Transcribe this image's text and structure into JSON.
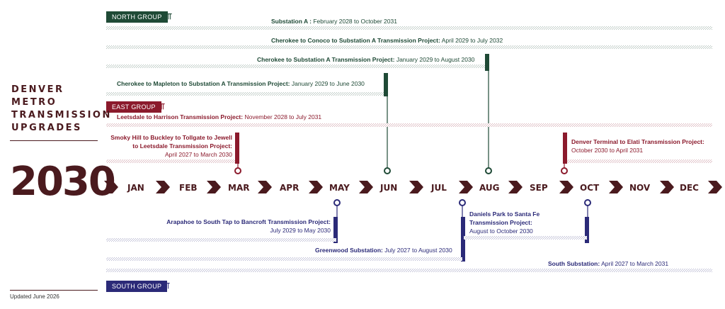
{
  "title": "DENVER METRO TRANSMISSION UPGRADES",
  "year": "2030",
  "updated": "Updated June 2026",
  "colors": {
    "north": "#1f4a36",
    "east": "#8b1a2c",
    "south": "#2b2a78",
    "timeline": "#4a1a1e"
  },
  "groups": {
    "north": {
      "label": "NORTH GROUP",
      "icon": "transmission-tower-icon"
    },
    "east": {
      "label": "EAST GROUP",
      "icon": "transmission-tower-icon"
    },
    "south": {
      "label": "SOUTH GROUP",
      "icon": "transmission-tower-icon"
    }
  },
  "months": [
    "JAN",
    "FEB",
    "MAR",
    "APR",
    "MAY",
    "JUN",
    "JUL",
    "AUG",
    "SEP",
    "OCT",
    "NOV",
    "DEC"
  ],
  "projects": {
    "p1": {
      "name": "Substation A :",
      "dates": "February 2028 to October 2031"
    },
    "p2": {
      "name": "Cherokee to Conoco to Substation A Transmission Project:",
      "dates": "April 2029 to July 2032"
    },
    "p3": {
      "name": "Cherokee to Substation A Transmission Project:",
      "dates": "January 2029 to August 2030"
    },
    "p4": {
      "name": "Cherokee to Mapleton to Substation A Transmission Project:",
      "dates": "January 2029 to June 2030"
    },
    "p5": {
      "name": "Leetsdale to Harrison Transmission Project:",
      "dates": "November 2028 to July 2031"
    },
    "p6": {
      "name": "Smoky Hill to Buckley to Tollgate to Jewell to Leetsdale Transmission Project:",
      "dates": "April 2027 to March 2030"
    },
    "p7": {
      "name": "Denver Terminal to Elati Transmission Project:",
      "dates": "October 2030 to April 2031"
    },
    "p8": {
      "name": "Arapahoe to South Tap to Bancroft Transmission Project:",
      "dates": "July 2029 to May 2030"
    },
    "p9": {
      "name": "Daniels Park to Santa Fe Transmission Project:",
      "dates": "August to October 2030"
    },
    "p10": {
      "name": "Greenwood Substation:",
      "dates": "July 2027 to August 2030"
    },
    "p11": {
      "name": "South Substation:",
      "dates": "April 2027 to March 2031"
    }
  }
}
